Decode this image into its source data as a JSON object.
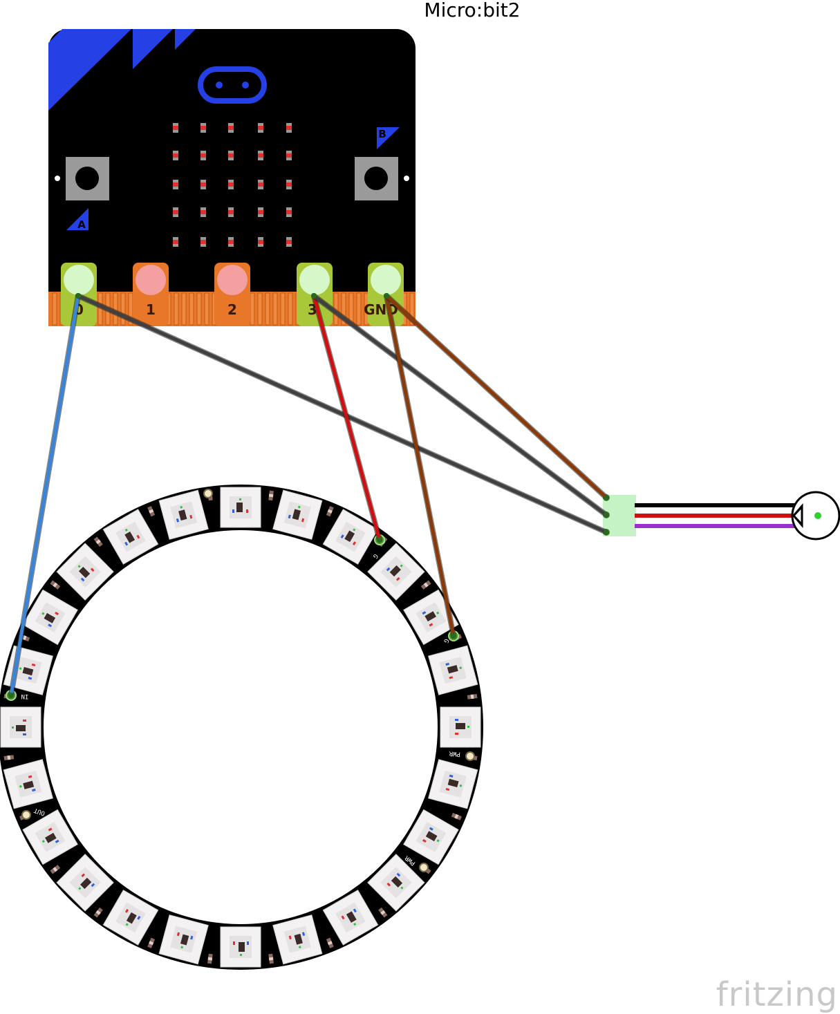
{
  "microbit": {
    "title": "Micro:bit2",
    "button_a": "A",
    "button_b": "B",
    "pins": [
      "0",
      "1",
      "2",
      "3",
      "GND"
    ]
  },
  "ring": {
    "pixel_count": 24,
    "label_in": "IN",
    "label_out": "OUT",
    "label_gnd": "G",
    "label_pwr": "PWR"
  },
  "sensor": {
    "name": ""
  },
  "wires": [
    {
      "from": "microbit-pin-0",
      "to": "ring-din",
      "color": "#3a85d8"
    },
    {
      "from": "microbit-pin-0",
      "to": "sensor-pin-3",
      "color": "#404040"
    },
    {
      "from": "microbit-pin-3",
      "to": "ring-gnd-1",
      "color": "#d01010"
    },
    {
      "from": "microbit-pin-3",
      "to": "sensor-pin-2",
      "color": "#404040"
    },
    {
      "from": "microbit-pin-gnd",
      "to": "ring-gnd-2",
      "color": "#8a3a08"
    },
    {
      "from": "microbit-pin-gnd",
      "to": "sensor-pin-1",
      "color": "#8a3a08"
    }
  ],
  "sensor_leads": [
    "#000000",
    "#d01010",
    "#9b30d0"
  ],
  "colors": {
    "board": "#000000",
    "logo_blue": "#2541e6",
    "connector_orange": "#e8772a",
    "led_red": "#e03030",
    "pad_green": "#a8c83a",
    "pad_pink": "#f5a0a0"
  },
  "watermark": "fritzing"
}
